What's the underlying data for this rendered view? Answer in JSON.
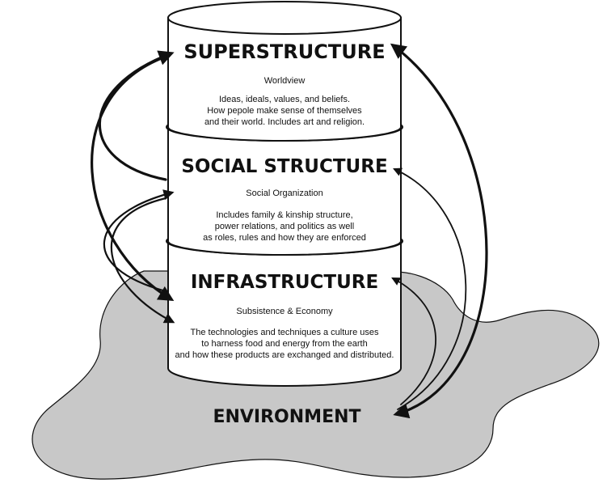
{
  "colors": {
    "environment_fill": "#c8c8c8",
    "barrel_fill": "#ffffff",
    "stroke": "#111111"
  },
  "layers": {
    "superstructure": {
      "title": "SUPERSTRUCTURE",
      "subtitle": "Worldview",
      "lines": [
        "Ideas, ideals, values, and beliefs.",
        "How pepole make sense of themselves",
        "and their world.  Includes art and religion."
      ]
    },
    "social": {
      "title": "SOCIAL STRUCTURE",
      "subtitle": "Social Organization",
      "lines": [
        "Includes family & kinship structure,",
        "power relations, and politics as well",
        "as roles, rules and how they are enforced"
      ]
    },
    "infrastructure": {
      "title": "INFRASTRUCTURE",
      "subtitle": "Subsistence & Economy",
      "lines": [
        "The technologies and techniques a  culture uses",
        "to harness  food and energy from the earth",
        "and how these products are exchanged and distributed."
      ]
    }
  },
  "environment_label": "ENVIRONMENT",
  "icons": {
    "arrowhead": "arrowhead-icon"
  }
}
